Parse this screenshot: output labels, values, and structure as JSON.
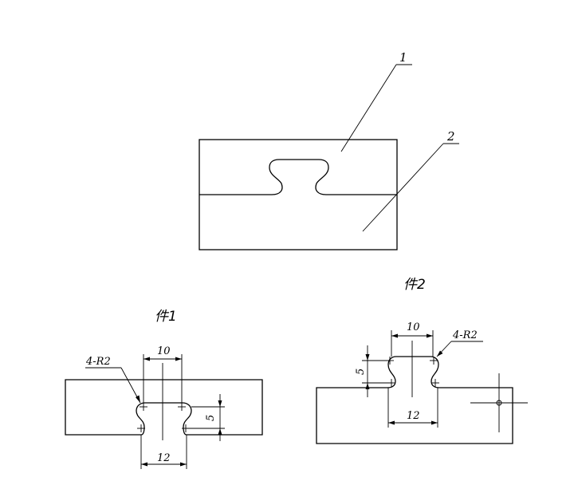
{
  "assembly": {
    "part1_callout": "1",
    "part2_callout": "2"
  },
  "part1": {
    "title": "件1",
    "radius_label": "4-R2",
    "dim_top": "10",
    "dim_bottom": "12",
    "dim_height": "5"
  },
  "part2": {
    "title": "件2",
    "radius_label": "4-R2",
    "dim_top": "10",
    "dim_bottom": "12",
    "dim_height": "5"
  }
}
